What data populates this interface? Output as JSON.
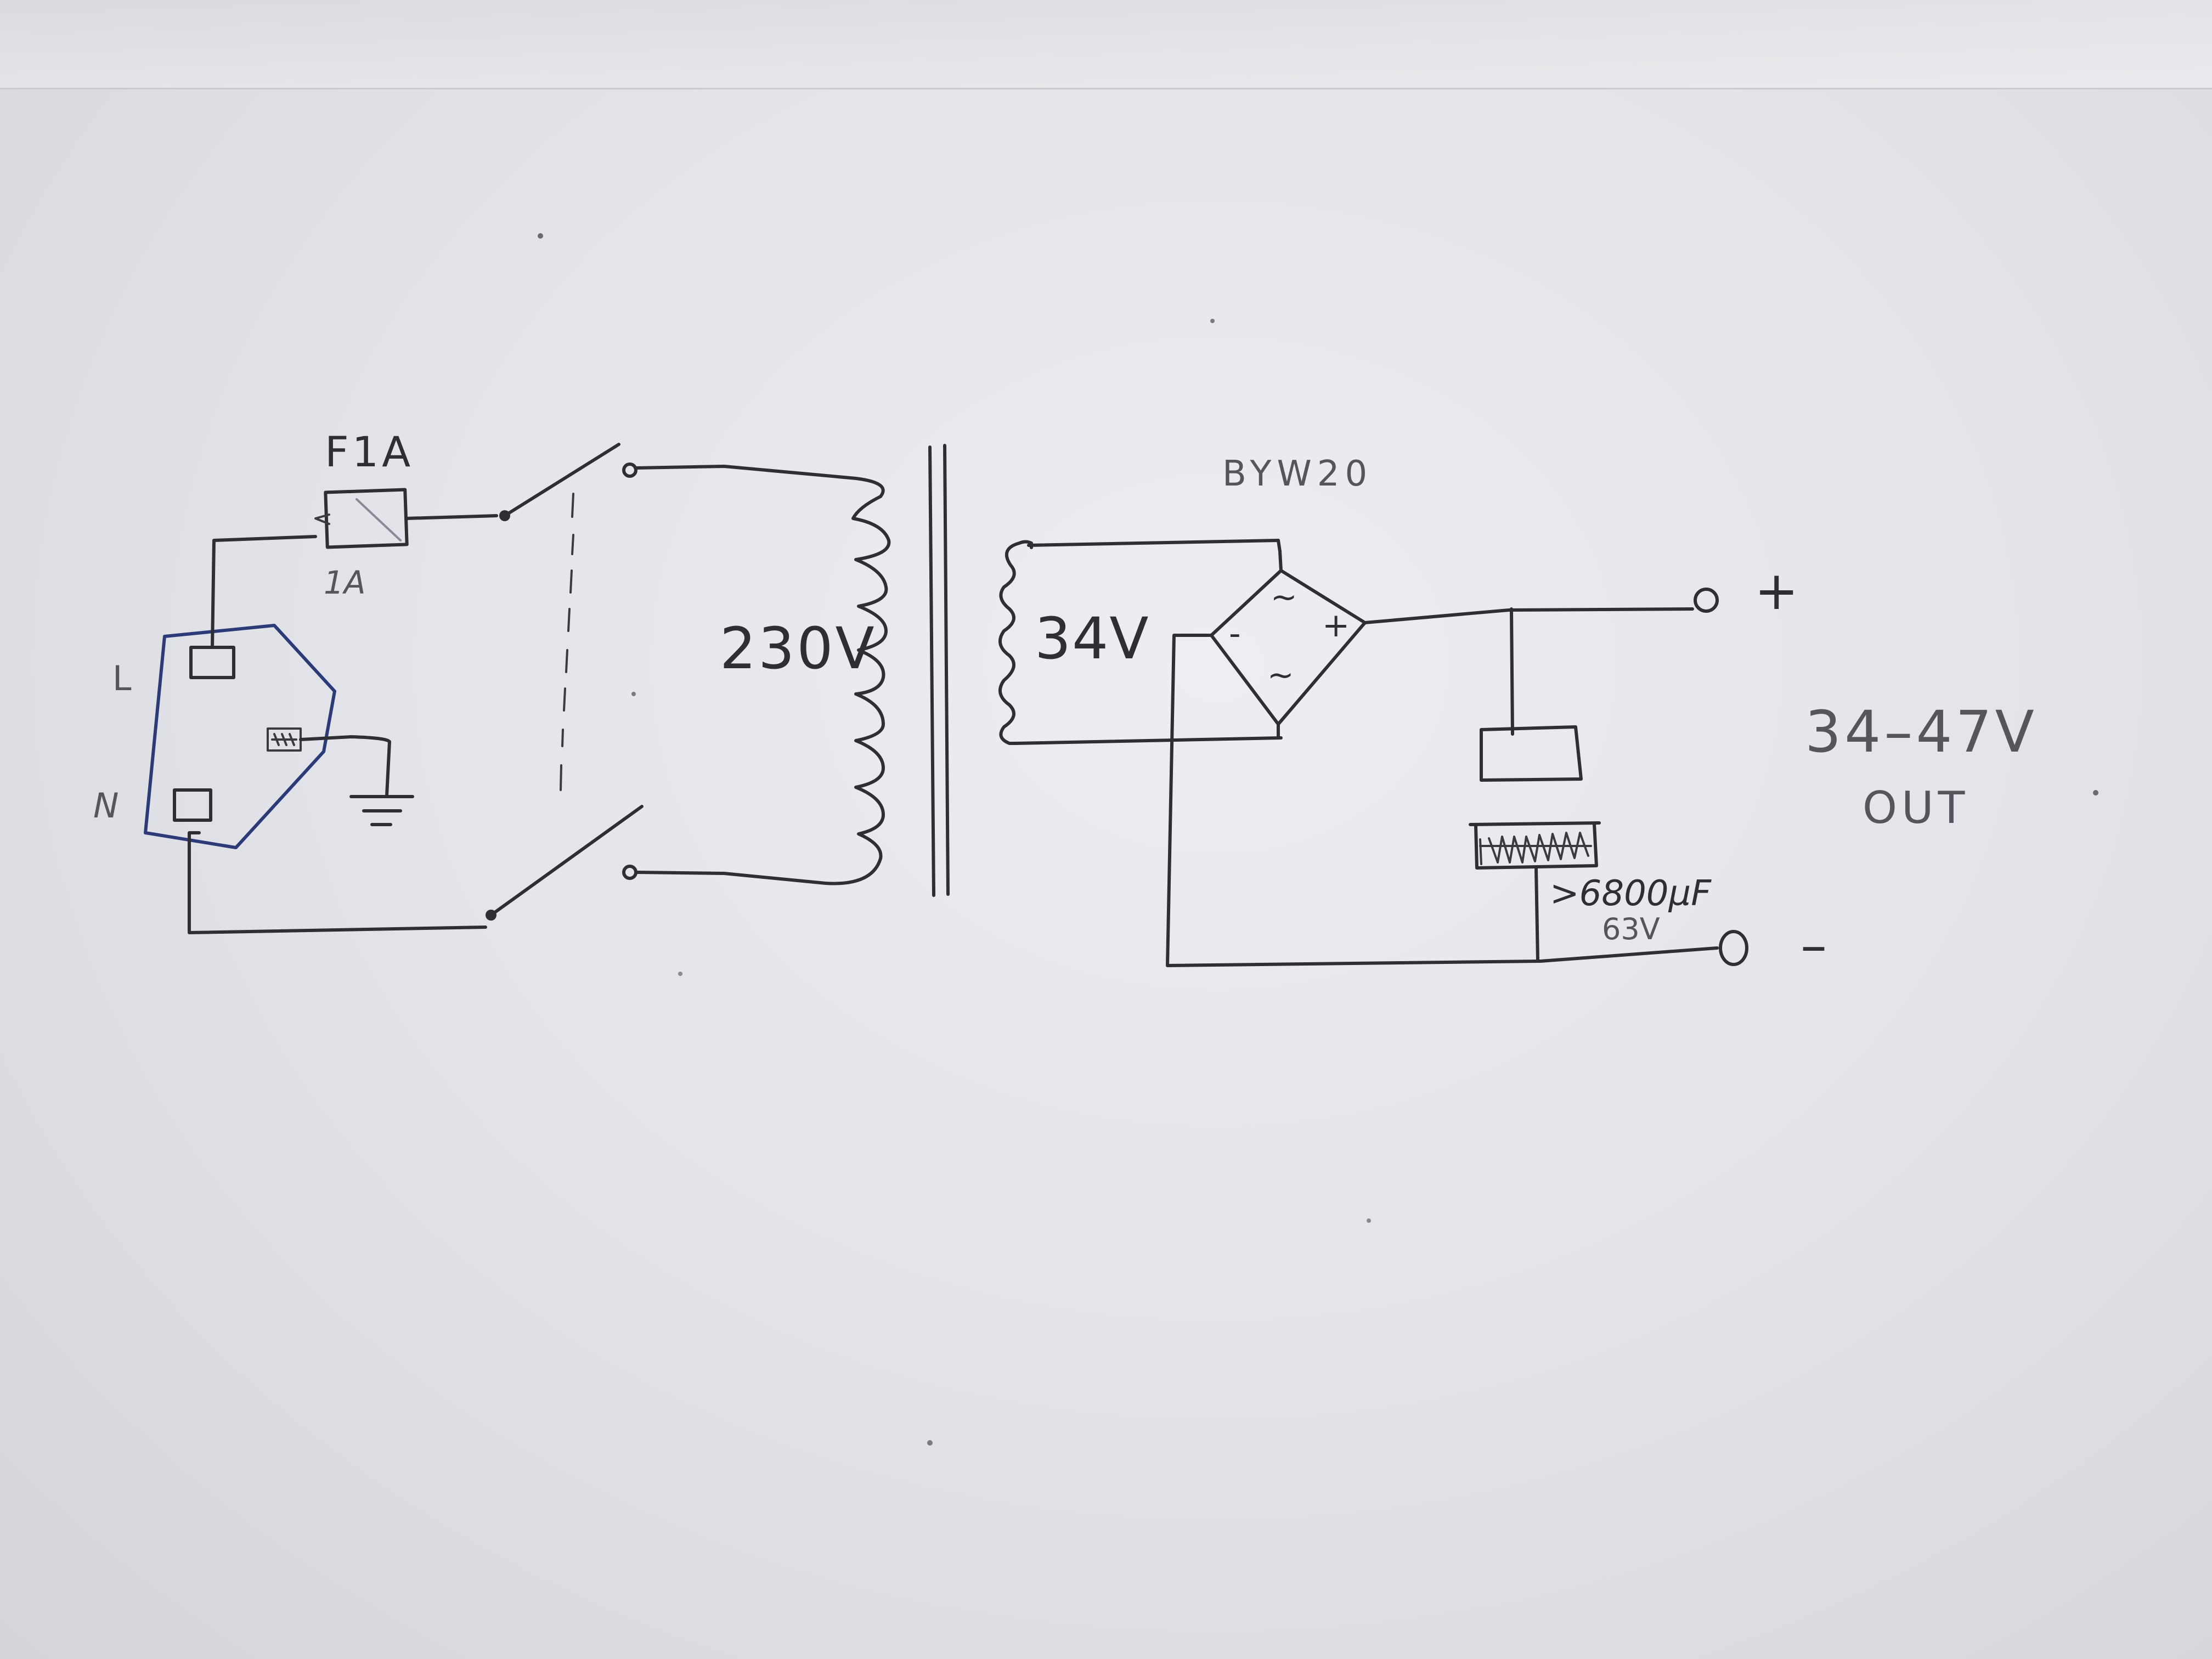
{
  "diagram": {
    "mains_input": {
      "live_label": "L",
      "neutral_label": "N",
      "fuse_label": "F1A",
      "fuse_rating": "1A"
    },
    "transformer": {
      "primary_voltage": "230V",
      "secondary_voltage": "34V"
    },
    "rectifier": {
      "part_label": "BYW20",
      "ac_symbol": "~",
      "plus_symbol": "+",
      "minus_symbol": "-"
    },
    "capacitor": {
      "capacitance": ">6800µF",
      "voltage": "63V"
    },
    "output": {
      "plus_label": "+",
      "minus_label": "–",
      "range": "34–47V",
      "caption": "OUT"
    }
  }
}
